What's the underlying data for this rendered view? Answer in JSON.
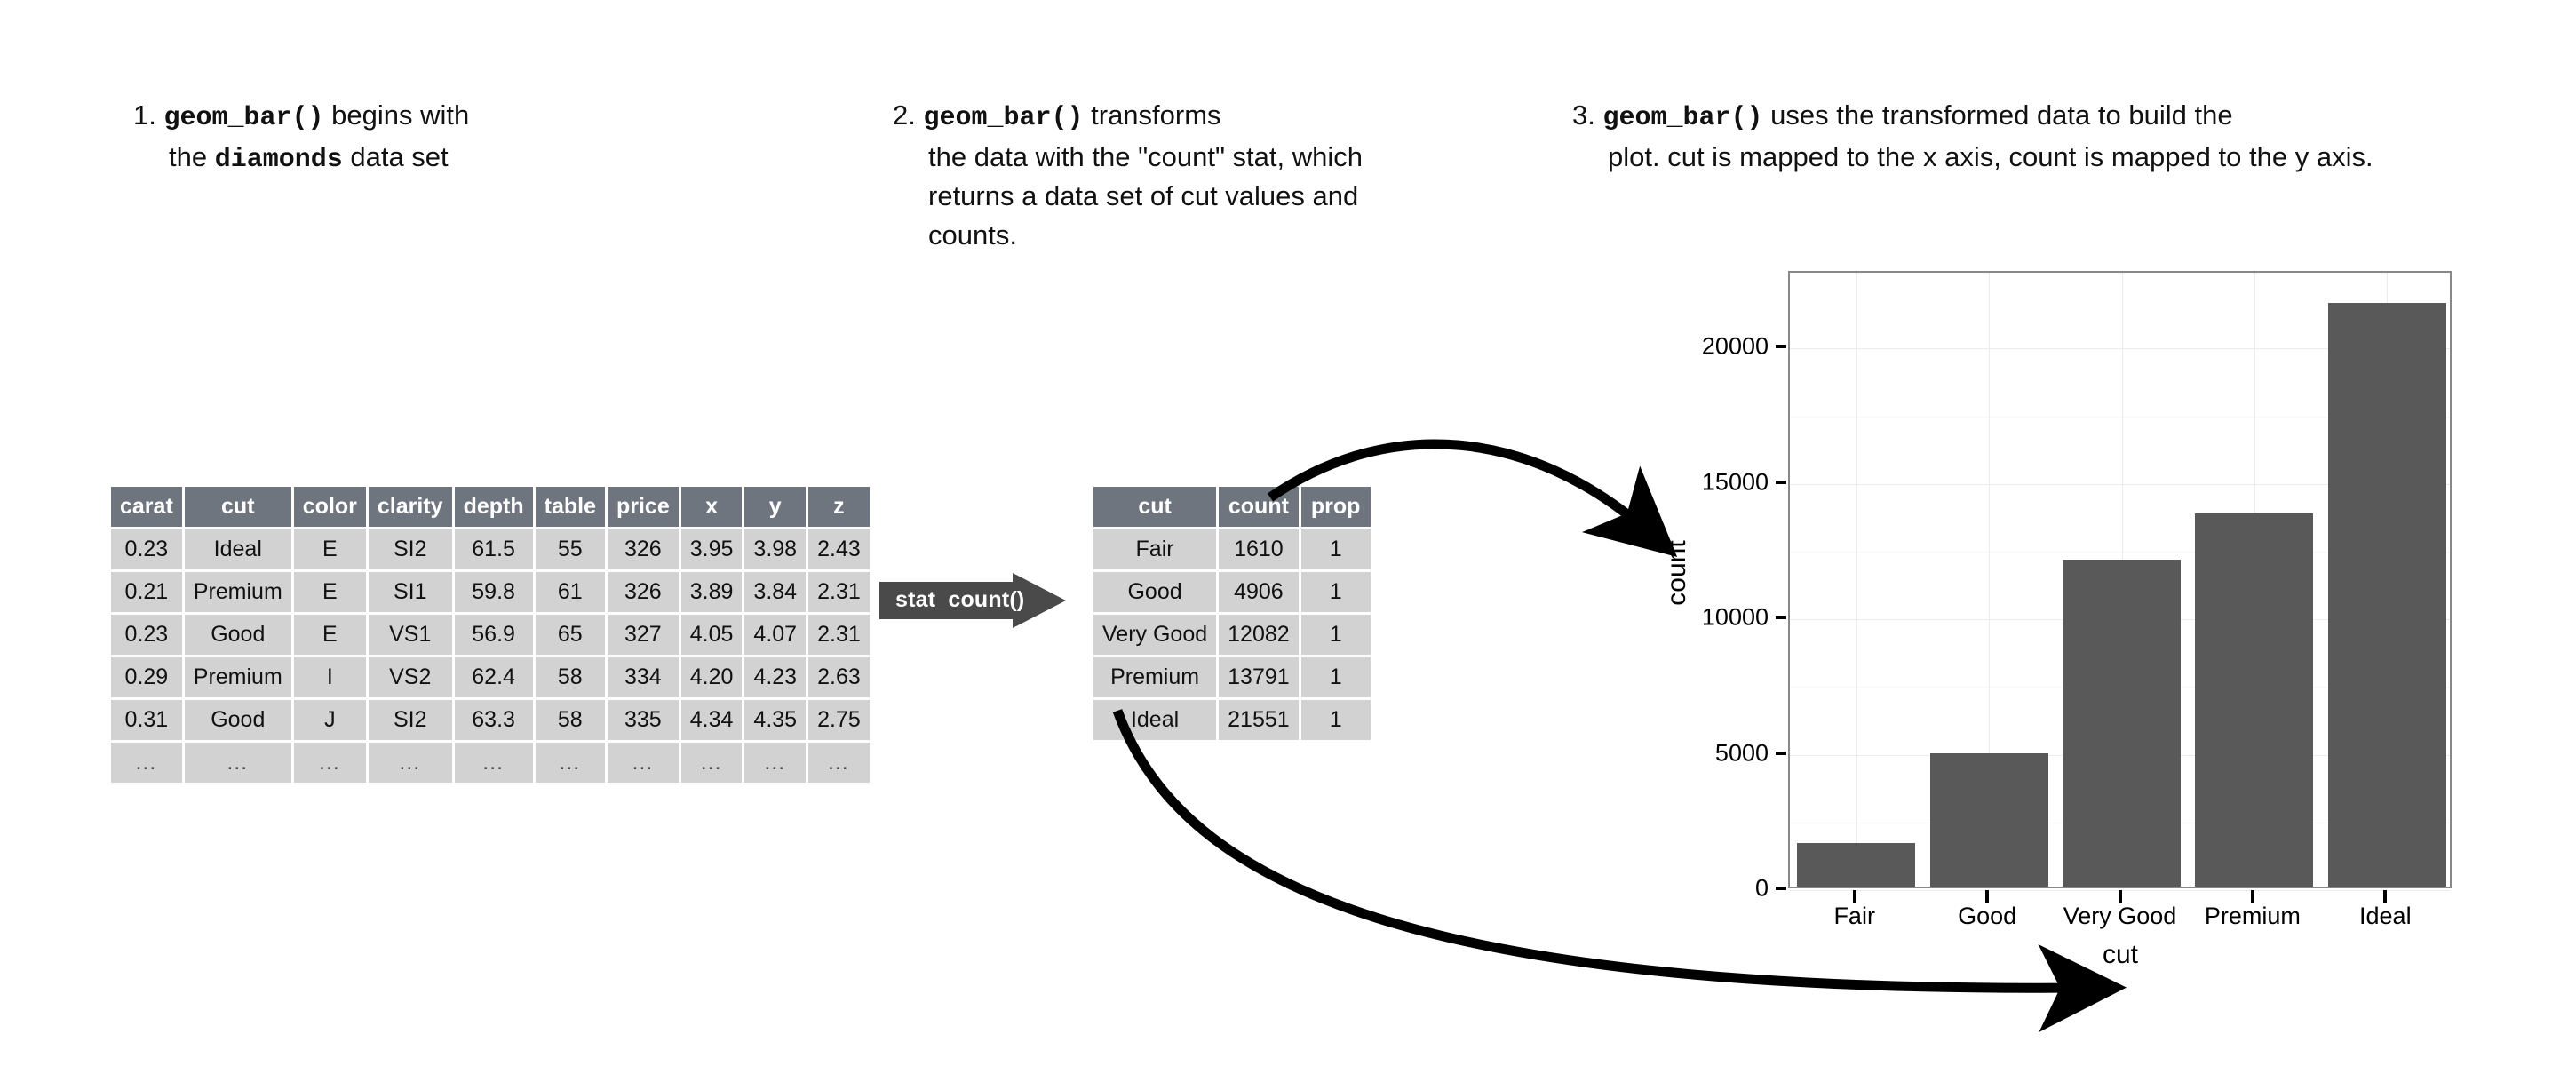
{
  "captions": [
    {
      "number": "1.",
      "code1": "geom_bar()",
      "text1": " begins with",
      "line2_pre": "the ",
      "code2": "diamonds",
      "line2_post": " data set"
    },
    {
      "number": "2.",
      "code1": "geom_bar()",
      "text1": " transforms",
      "rest": "the data with the \"count\" stat, which returns a data set of cut values and counts."
    },
    {
      "number": "3.",
      "code1": "geom_bar()",
      "text1": " uses the transformed data to build the",
      "rest": "plot. cut is mapped to the x axis, count is mapped to the y axis."
    }
  ],
  "diamonds_table": {
    "headers": [
      "carat",
      "cut",
      "color",
      "clarity",
      "depth",
      "table",
      "price",
      "x",
      "y",
      "z"
    ],
    "rows": [
      [
        "0.23",
        "Ideal",
        "E",
        "SI2",
        "61.5",
        "55",
        "326",
        "3.95",
        "3.98",
        "2.43"
      ],
      [
        "0.21",
        "Premium",
        "E",
        "SI1",
        "59.8",
        "61",
        "326",
        "3.89",
        "3.84",
        "2.31"
      ],
      [
        "0.23",
        "Good",
        "E",
        "VS1",
        "56.9",
        "65",
        "327",
        "4.05",
        "4.07",
        "2.31"
      ],
      [
        "0.29",
        "Premium",
        "I",
        "VS2",
        "62.4",
        "58",
        "334",
        "4.20",
        "4.23",
        "2.63"
      ],
      [
        "0.31",
        "Good",
        "J",
        "SI2",
        "63.3",
        "58",
        "335",
        "4.34",
        "4.35",
        "2.75"
      ],
      [
        "…",
        "…",
        "…",
        "…",
        "…",
        "…",
        "…",
        "…",
        "…",
        "…"
      ]
    ]
  },
  "counts_table": {
    "headers": [
      "cut",
      "count",
      "prop"
    ],
    "rows": [
      [
        "Fair",
        "1610",
        "1"
      ],
      [
        "Good",
        "4906",
        "1"
      ],
      [
        "Very Good",
        "12082",
        "1"
      ],
      [
        "Premium",
        "13791",
        "1"
      ],
      [
        "Ideal",
        "21551",
        "1"
      ]
    ]
  },
  "stat_arrow": {
    "label": "stat_count()",
    "color": "#4a4a4a"
  },
  "chart_data": {
    "type": "bar",
    "title": "",
    "categories": [
      "Fair",
      "Good",
      "Very Good",
      "Premium",
      "Ideal"
    ],
    "values": [
      1610,
      4906,
      12082,
      13791,
      21551
    ],
    "xlabel": "cut",
    "ylabel": "count",
    "ylim": [
      0,
      22800
    ],
    "yticks": [
      0,
      5000,
      10000,
      15000,
      20000
    ],
    "yticklabels": [
      "0",
      "5000",
      "10000",
      "15000",
      "20000"
    ],
    "minor_yticks": [
      2500,
      7500,
      12500,
      17500
    ],
    "grid": true,
    "legend": "none",
    "bar_color": "#595959",
    "panel_background": "#ffffff",
    "grid_color": "#ececec"
  }
}
